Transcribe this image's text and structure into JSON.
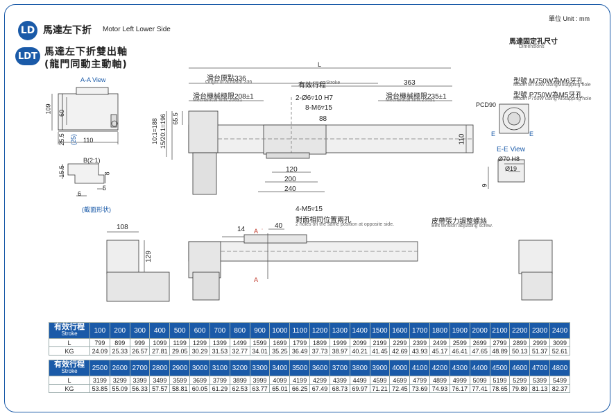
{
  "header": {
    "unit": "單位 Unit : mm",
    "ld_badge": "LD",
    "ld_title": "馬達左下折",
    "ld_sub": "Motor Left Lower Side",
    "ldt_badge": "LDT",
    "ldt_title_1": "馬達左下折雙出軸",
    "ldt_title_2": "(龍門同動主動軸)",
    "fix_hole_title": "馬達固定孔尺寸",
    "fix_hole_sub": "Dimensions"
  },
  "views": {
    "aa_view": "A-A View",
    "b_label": "B(2:1)",
    "section_shape": "(截面形状)",
    "ee_view": "E-E View",
    "e_mark": "E",
    "a_mark": "A"
  },
  "dims": {
    "L": "L",
    "origin_zh": "滑台原點336",
    "origin_en": "Origin of actuator:336",
    "stroke_zh": "有效行程",
    "stroke_en": "Stroke",
    "d363": "363",
    "mech_left_zh": "滑台機械極限208±1",
    "mech_left_en": "Mechanical limit:208±1",
    "mech_right_zh": "滑台機械極限235±1",
    "mech_right_en": "Mechanical limit:235±1",
    "hole1": "2-Ø6▿10 H7",
    "hole2": "8-M6▿15",
    "d88": "88",
    "d120": "120",
    "d200": "200",
    "d240": "240",
    "d110r": "110",
    "d65_5": "65.5",
    "ratio1": "10:1=188",
    "ratio2": "15/20:1=196",
    "d109": "109",
    "d60": "60",
    "d25_5": "25.5",
    "d25": "(25)",
    "d110": "110",
    "d15_5": "15.5",
    "d8": "8",
    "d5": "5",
    "d6": "6",
    "m5": "4-M5▿15",
    "m5_zh": "對面相同位置兩孔",
    "m5_en": "2 holes on the same position at opposite side.",
    "belt_zh": "皮帶張力調整螺絲",
    "belt_en": "Belt tension adjusting screw.",
    "d108": "108",
    "d129": "129",
    "d14": "14",
    "d40": "40",
    "model1_zh": "型號 M750W為M6牙孔",
    "model1_en": "Model M750W usingM6tapping hole",
    "model2_zh": "型號 P750W為M5牙孔",
    "model2_en": "Model P750W using M5tapping hole",
    "pcd": "PCD90",
    "d70": "Ø70 H8",
    "d19": "Ø19",
    "d9": "9"
  },
  "table": {
    "stroke_zh": "有效行程",
    "stroke_en": "Stroke",
    "row_l": "L",
    "row_kg": "KG",
    "block1": {
      "strokes": [
        "100",
        "200",
        "300",
        "400",
        "500",
        "600",
        "700",
        "800",
        "900",
        "1000",
        "1100",
        "1200",
        "1300",
        "1400",
        "1500",
        "1600",
        "1700",
        "1800",
        "1900",
        "2000",
        "2100",
        "2200",
        "2300",
        "2400"
      ],
      "L": [
        "799",
        "899",
        "999",
        "1099",
        "1199",
        "1299",
        "1399",
        "1499",
        "1599",
        "1699",
        "1799",
        "1899",
        "1999",
        "2099",
        "2199",
        "2299",
        "2399",
        "2499",
        "2599",
        "2699",
        "2799",
        "2899",
        "2999",
        "3099"
      ],
      "KG": [
        "24.09",
        "25.33",
        "26.57",
        "27.81",
        "29.05",
        "30.29",
        "31.53",
        "32.77",
        "34.01",
        "35.25",
        "36.49",
        "37.73",
        "38.97",
        "40.21",
        "41.45",
        "42.69",
        "43.93",
        "45.17",
        "46.41",
        "47.65",
        "48.89",
        "50.13",
        "51.37",
        "52.61"
      ]
    },
    "block2": {
      "strokes": [
        "2500",
        "2600",
        "2700",
        "2800",
        "2900",
        "3000",
        "3100",
        "3200",
        "3300",
        "3400",
        "3500",
        "3600",
        "3700",
        "3800",
        "3900",
        "4000",
        "4100",
        "4200",
        "4300",
        "4400",
        "4500",
        "4600",
        "4700",
        "4800"
      ],
      "L": [
        "3199",
        "3299",
        "3399",
        "3499",
        "3599",
        "3699",
        "3799",
        "3899",
        "3999",
        "4099",
        "4199",
        "4299",
        "4399",
        "4499",
        "4599",
        "4699",
        "4799",
        "4899",
        "4999",
        "5099",
        "5199",
        "5299",
        "5399",
        "5499"
      ],
      "KG": [
        "53.85",
        "55.09",
        "56.33",
        "57.57",
        "58.81",
        "60.05",
        "61.29",
        "62.53",
        "63.77",
        "65.01",
        "66.25",
        "67.49",
        "68.73",
        "69.97",
        "71.21",
        "72.45",
        "73.69",
        "74.93",
        "76.17",
        "77.41",
        "78.65",
        "79.89",
        "81.13",
        "82.37"
      ]
    }
  }
}
